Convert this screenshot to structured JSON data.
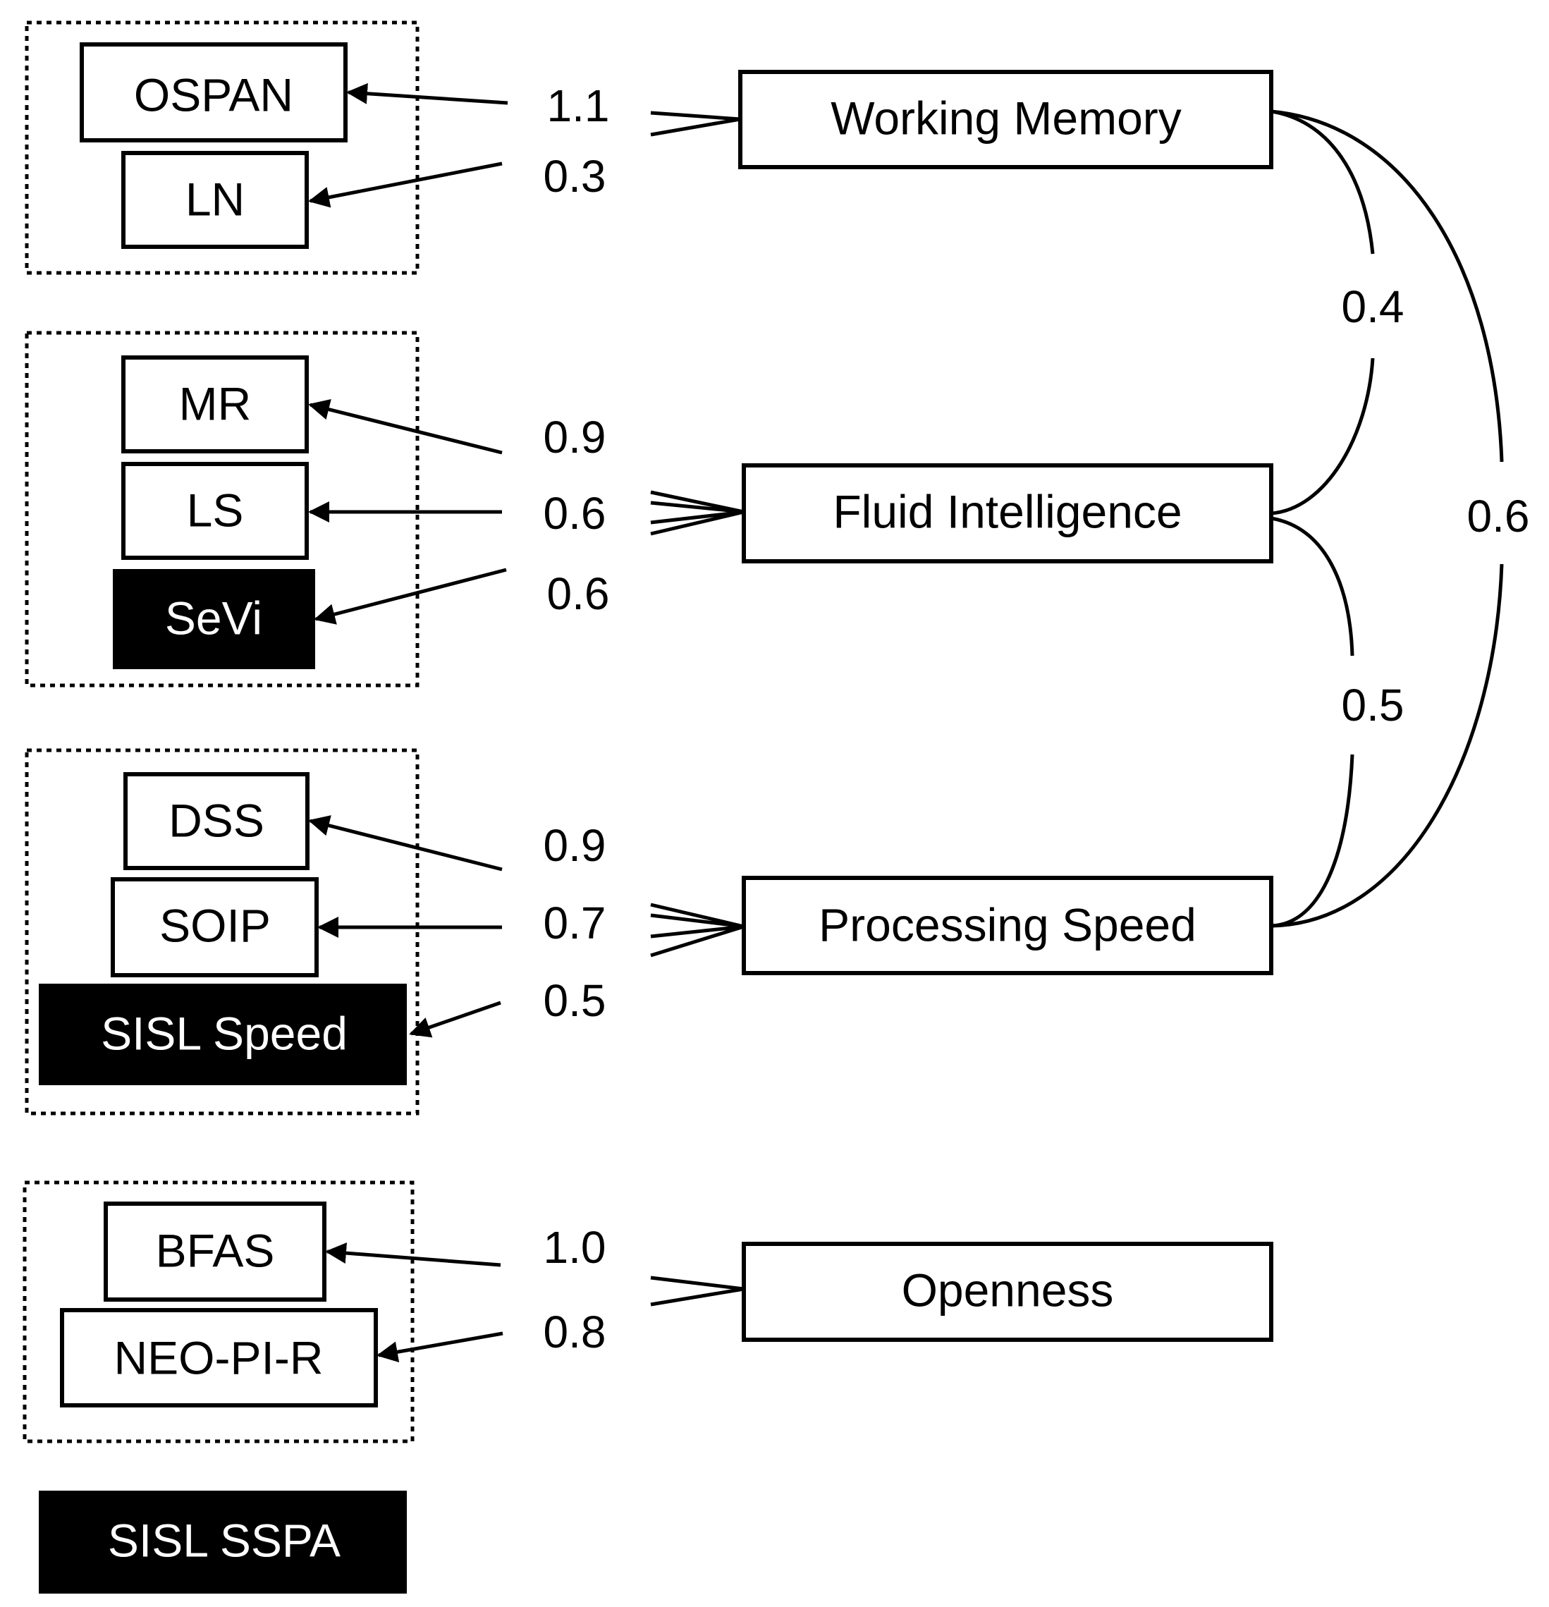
{
  "indicators": {
    "ospan": "OSPAN",
    "ln": "LN",
    "mr": "MR",
    "ls": "LS",
    "sevi": "SeVi",
    "dss": "DSS",
    "soip": "SOIP",
    "sisl_speed": "SISL Speed",
    "bfas": "BFAS",
    "neo": "NEO-PI-R",
    "sisl_sspa": "SISL SSPA"
  },
  "factors": {
    "wm": "Working Memory",
    "fi": "Fluid Intelligence",
    "ps": "Processing Speed",
    "op": "Openness"
  },
  "loadings": {
    "ospan": "1.1",
    "ln": "0.3",
    "mr": "0.9",
    "ls": "0.6",
    "sevi": "0.6",
    "dss": "0.9",
    "soip": "0.7",
    "sisl_speed": "0.5",
    "bfas": "1.0",
    "neo": "0.8"
  },
  "correlations": {
    "wm_fi": "0.4",
    "fi_ps": "0.5",
    "wm_ps": "0.6"
  },
  "colors": {
    "ink": "#000000",
    "paper": "#ffffff",
    "sisl_fill": "#000000"
  }
}
